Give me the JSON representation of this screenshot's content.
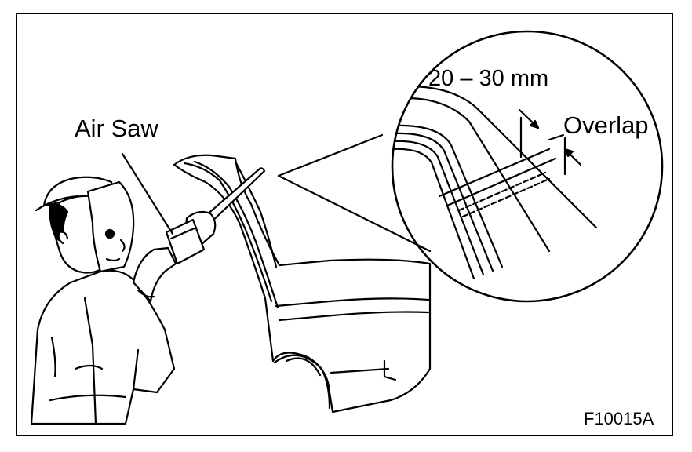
{
  "labels": {
    "air_saw": "Air Saw",
    "dimension": "20 – 30 mm",
    "overlap": "Overlap",
    "figure_code": "F10015A"
  },
  "colors": {
    "ink": "#000000",
    "paper": "#ffffff"
  }
}
